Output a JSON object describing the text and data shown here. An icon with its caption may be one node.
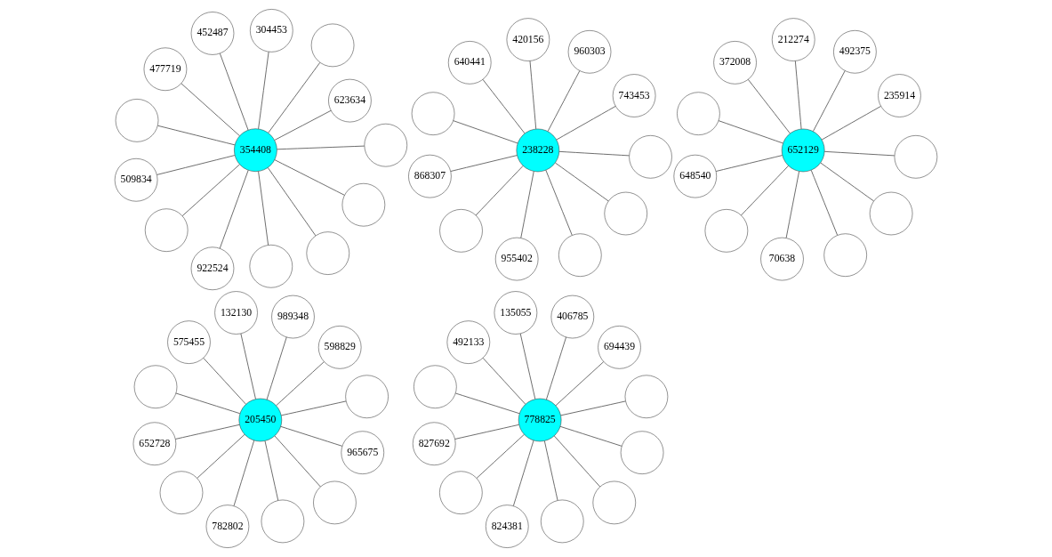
{
  "diagram": {
    "nodes": [
      {
        "text": [
          "238228"
        ]
      },
      {
        "text": [
          "743453"
        ]
      },
      {
        "text": [
          "955402"
        ]
      },
      {
        "text": [
          "640441"
        ]
      },
      {
        "text": [
          "960303"
        ]
      },
      {
        "text": [
          "420156"
        ]
      },
      {
        "text": [
          "868307"
        ]
      },
      {
        "text": [],
        "shape": "circle"
      },
      {
        "text": [],
        "shape": "circle"
      },
      {
        "text": [],
        "shape": "circle"
      },
      {
        "text": [],
        "shape": "circle"
      },
      {
        "text": [],
        "shape": "circle"
      },
      {
        "text": [
          "354408"
        ]
      },
      {
        "text": [
          "623634"
        ]
      },
      {
        "text": [
          "922524"
        ]
      },
      {
        "text": [
          "452487"
        ]
      },
      {
        "text": [
          "304453"
        ]
      },
      {
        "text": [
          "477719"
        ]
      },
      {
        "text": [
          "509834"
        ]
      },
      {
        "text": [],
        "shape": "circle"
      },
      {
        "text": [],
        "shape": "circle"
      },
      {
        "text": [],
        "shape": "circle"
      },
      {
        "text": [],
        "shape": "circle"
      },
      {
        "text": [],
        "shape": "circle"
      },
      {
        "text": [],
        "shape": "circle"
      },
      {
        "text": [],
        "shape": "circle"
      },
      {
        "text": [
          "205450"
        ]
      },
      {
        "text": [
          "598829"
        ]
      },
      {
        "text": [
          "782802"
        ]
      },
      {
        "text": [
          "132130"
        ]
      },
      {
        "text": [
          "989348"
        ]
      },
      {
        "text": [
          "575455"
        ]
      },
      {
        "text": [
          "652728"
        ]
      },
      {
        "text": [
          "965675"
        ]
      },
      {
        "text": [],
        "shape": "circle"
      },
      {
        "text": [],
        "shape": "circle"
      },
      {
        "text": [],
        "shape": "circle"
      },
      {
        "text": [],
        "shape": "circle"
      },
      {
        "text": [],
        "shape": "circle"
      },
      {
        "text": [
          "652129"
        ]
      },
      {
        "text": [
          "235914"
        ]
      },
      {
        "text": [
          "70638"
        ]
      },
      {
        "text": [
          "372008"
        ]
      },
      {
        "text": [
          "492375"
        ]
      },
      {
        "text": [
          "212274"
        ]
      },
      {
        "text": [
          "648540"
        ]
      },
      {
        "text": [],
        "shape": "circle"
      },
      {
        "text": [],
        "shape": "circle"
      },
      {
        "text": [],
        "shape": "circle"
      },
      {
        "text": [],
        "shape": "circle"
      },
      {
        "text": [],
        "shape": "circle"
      },
      {
        "text": [
          "778825"
        ]
      },
      {
        "text": [
          "694439"
        ]
      },
      {
        "text": [
          "824381"
        ]
      },
      {
        "text": [
          "135055"
        ]
      },
      {
        "text": [
          "406785"
        ]
      },
      {
        "text": [
          "492133"
        ]
      },
      {
        "text": [
          "827692"
        ]
      },
      {
        "text": [],
        "shape": "circle"
      },
      {
        "text": [],
        "shape": "circle"
      },
      {
        "text": [],
        "shape": "circle"
      },
      {
        "text": [],
        "shape": "circle"
      },
      {
        "text": [],
        "shape": "circle"
      },
      {
        "text": [],
        "shape": "circle"
      }
    ],
    "edges": [
      {
        "from": 0,
        "to": 1,
        "arrow": "none"
      },
      {
        "from": 0,
        "to": 2,
        "arrow": "none"
      },
      {
        "from": 0,
        "to": 3,
        "arrow": "none"
      },
      {
        "from": 0,
        "to": 4,
        "arrow": "none"
      },
      {
        "from": 0,
        "to": 5,
        "arrow": "none"
      },
      {
        "from": 0,
        "to": 6,
        "arrow": "none"
      },
      {
        "from": 0,
        "to": 7,
        "arrow": "none"
      },
      {
        "from": 0,
        "to": 8,
        "arrow": "none"
      },
      {
        "from": 0,
        "to": 9,
        "arrow": "none"
      },
      {
        "from": 0,
        "to": 10,
        "arrow": "none"
      },
      {
        "from": 0,
        "to": 11,
        "arrow": "none"
      },
      {
        "from": 12,
        "to": 13,
        "arrow": "none"
      },
      {
        "from": 12,
        "to": 14,
        "arrow": "none"
      },
      {
        "from": 12,
        "to": 15,
        "arrow": "none"
      },
      {
        "from": 12,
        "to": 16,
        "arrow": "none"
      },
      {
        "from": 12,
        "to": 17,
        "arrow": "none"
      },
      {
        "from": 12,
        "to": 18,
        "arrow": "none"
      },
      {
        "from": 12,
        "to": 19,
        "arrow": "none"
      },
      {
        "from": 12,
        "to": 20,
        "arrow": "none"
      },
      {
        "from": 12,
        "to": 21,
        "arrow": "none"
      },
      {
        "from": 12,
        "to": 22,
        "arrow": "none"
      },
      {
        "from": 12,
        "to": 23,
        "arrow": "none"
      },
      {
        "from": 12,
        "to": 24,
        "arrow": "none"
      },
      {
        "from": 12,
        "to": 25,
        "arrow": "none"
      },
      {
        "from": 26,
        "to": 27,
        "arrow": "none"
      },
      {
        "from": 26,
        "to": 28,
        "arrow": "none"
      },
      {
        "from": 26,
        "to": 29,
        "arrow": "none"
      },
      {
        "from": 26,
        "to": 30,
        "arrow": "none"
      },
      {
        "from": 26,
        "to": 31,
        "arrow": "none"
      },
      {
        "from": 26,
        "to": 32,
        "arrow": "none"
      },
      {
        "from": 26,
        "to": 33,
        "arrow": "none"
      },
      {
        "from": 26,
        "to": 34,
        "arrow": "none"
      },
      {
        "from": 26,
        "to": 35,
        "arrow": "none"
      },
      {
        "from": 26,
        "to": 36,
        "arrow": "none"
      },
      {
        "from": 26,
        "to": 37,
        "arrow": "none"
      },
      {
        "from": 26,
        "to": 38,
        "arrow": "none"
      },
      {
        "from": 39,
        "to": 40,
        "arrow": "none"
      },
      {
        "from": 39,
        "to": 41,
        "arrow": "none"
      },
      {
        "from": 39,
        "to": 42,
        "arrow": "none"
      },
      {
        "from": 39,
        "to": 43,
        "arrow": "none"
      },
      {
        "from": 39,
        "to": 44,
        "arrow": "none"
      },
      {
        "from": 39,
        "to": 45,
        "arrow": "none"
      },
      {
        "from": 39,
        "to": 46,
        "arrow": "none"
      },
      {
        "from": 39,
        "to": 47,
        "arrow": "none"
      },
      {
        "from": 39,
        "to": 48,
        "arrow": "none"
      },
      {
        "from": 39,
        "to": 49,
        "arrow": "none"
      },
      {
        "from": 39,
        "to": 50,
        "arrow": "none"
      },
      {
        "from": 51,
        "to": 52,
        "arrow": "none"
      },
      {
        "from": 51,
        "to": 53,
        "arrow": "none"
      },
      {
        "from": 51,
        "to": 54,
        "arrow": "none"
      },
      {
        "from": 51,
        "to": 55,
        "arrow": "none"
      },
      {
        "from": 51,
        "to": 56,
        "arrow": "none"
      },
      {
        "from": 51,
        "to": 57,
        "arrow": "none"
      },
      {
        "from": 51,
        "to": 58,
        "arrow": "none"
      },
      {
        "from": 51,
        "to": 59,
        "arrow": "none"
      },
      {
        "from": 51,
        "to": 60,
        "arrow": "none"
      },
      {
        "from": 51,
        "to": 61,
        "arrow": "none"
      },
      {
        "from": 51,
        "to": 62,
        "arrow": "none"
      },
      {
        "from": 51,
        "to": 63,
        "arrow": "none"
      }
    ]
  }
}
